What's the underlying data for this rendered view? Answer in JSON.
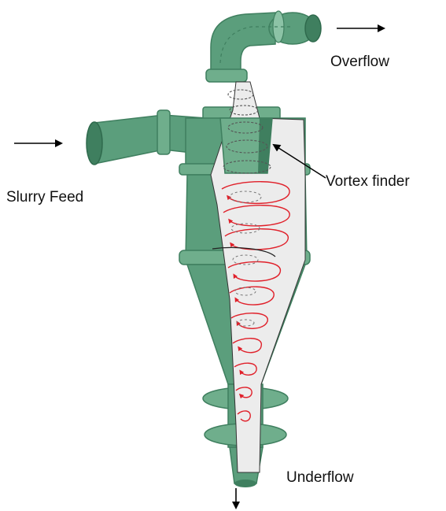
{
  "labels": {
    "overflow": "Overflow",
    "slurry_feed": "Slurry Feed",
    "vortex_finder": "Vortex finder",
    "underflow": "Underflow"
  },
  "colors": {
    "body_green": "#5b9e7c",
    "body_dark": "#3f7f5f",
    "body_light": "#8cc3a6",
    "interior": "#ececec",
    "spiral_red": "#e0202a",
    "spiral_gray": "#555555",
    "arrow": "#000000"
  }
}
